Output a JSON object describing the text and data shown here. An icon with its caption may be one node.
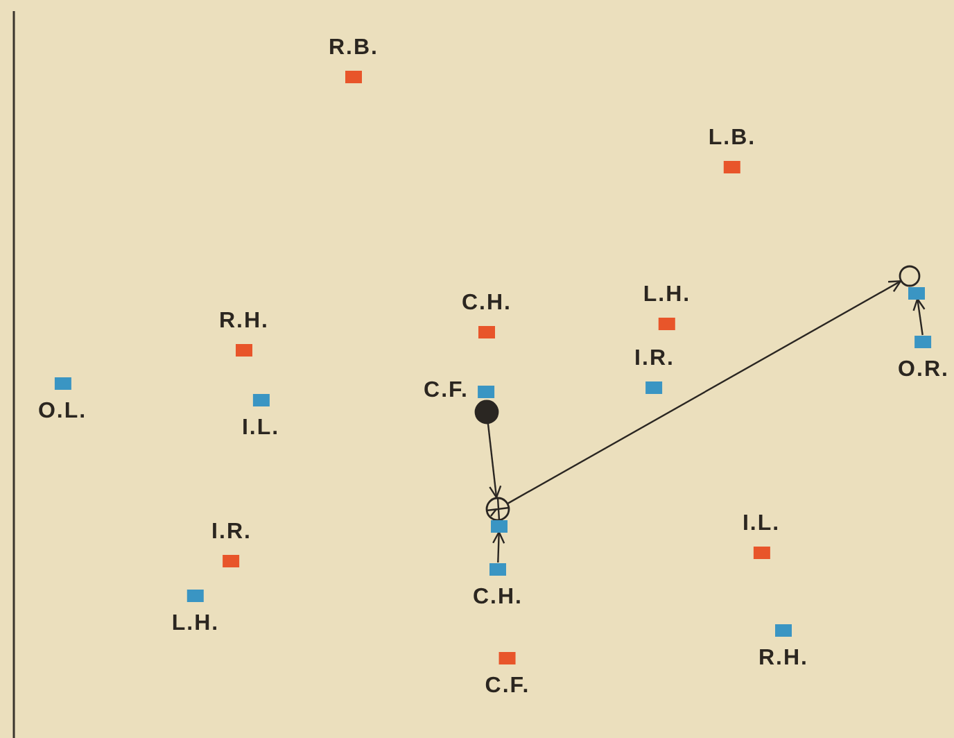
{
  "diagram": {
    "nodes": [
      {
        "text": [
          "R.B."
        ]
      },
      {
        "text": [
          "L.B."
        ]
      },
      {
        "text": [],
        "shape": "circle"
      },
      {
        "text": [],
        "shape": "box"
      },
      {
        "text": [
          "C.H."
        ]
      },
      {
        "text": [
          "L.H."
        ]
      },
      {
        "text": [
          "O.R."
        ]
      },
      {
        "text": [
          "R.H."
        ]
      },
      {
        "text": [
          "O.L."
        ]
      },
      {
        "text": [
          "C.F."
        ]
      },
      {
        "text": [
          "I.R."
        ]
      },
      {
        "text": [
          "I.L."
        ]
      },
      {
        "text": [],
        "shape": "circle"
      },
      {
        "text": [],
        "shape": "circle"
      },
      {
        "text": [],
        "shape": "box"
      },
      {
        "text": [
          "I.R."
        ]
      },
      {
        "text": [
          "I.L."
        ]
      },
      {
        "text": [
          "C.H."
        ]
      },
      {
        "text": [
          "L.H."
        ]
      },
      {
        "text": [
          "R.H."
        ]
      },
      {
        "text": [
          "C.F."
        ]
      }
    ],
    "edges": [
      {
        "from": 12,
        "to": 13,
        "arrow": "to"
      },
      {
        "from": 13,
        "to": 2,
        "arrow": "to"
      },
      {
        "from": 17,
        "to": 14,
        "arrow": "to"
      },
      {
        "from": 6,
        "to": 3,
        "arrow": "to"
      }
    ]
  }
}
